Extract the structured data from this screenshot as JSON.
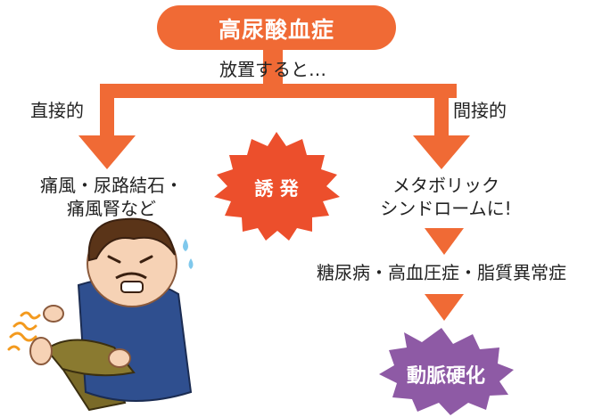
{
  "title": "高尿酸血症",
  "subtitle": "放置すると…",
  "branches": {
    "left": {
      "label": "直接的",
      "result_line1": "痛風・尿路結石・",
      "result_line2": "痛風腎など"
    },
    "right": {
      "label": "間接的",
      "result_line1": "メタボリック",
      "result_line2": "シンドロームに!",
      "diseases": "糖尿病・高血圧症・脂質異常症",
      "final": "動脈硬化"
    }
  },
  "burst_label": "誘 発",
  "colors": {
    "orange": "#f06a35",
    "burst_red": "#ec4f2c",
    "purple": "#8e5aa5",
    "text": "#222222"
  },
  "icons": {
    "boy_illustration": "boy-pain-foot-icon",
    "pain_marks": "pain-lines-icon",
    "sweat_drops": "sweat-drops-icon"
  }
}
